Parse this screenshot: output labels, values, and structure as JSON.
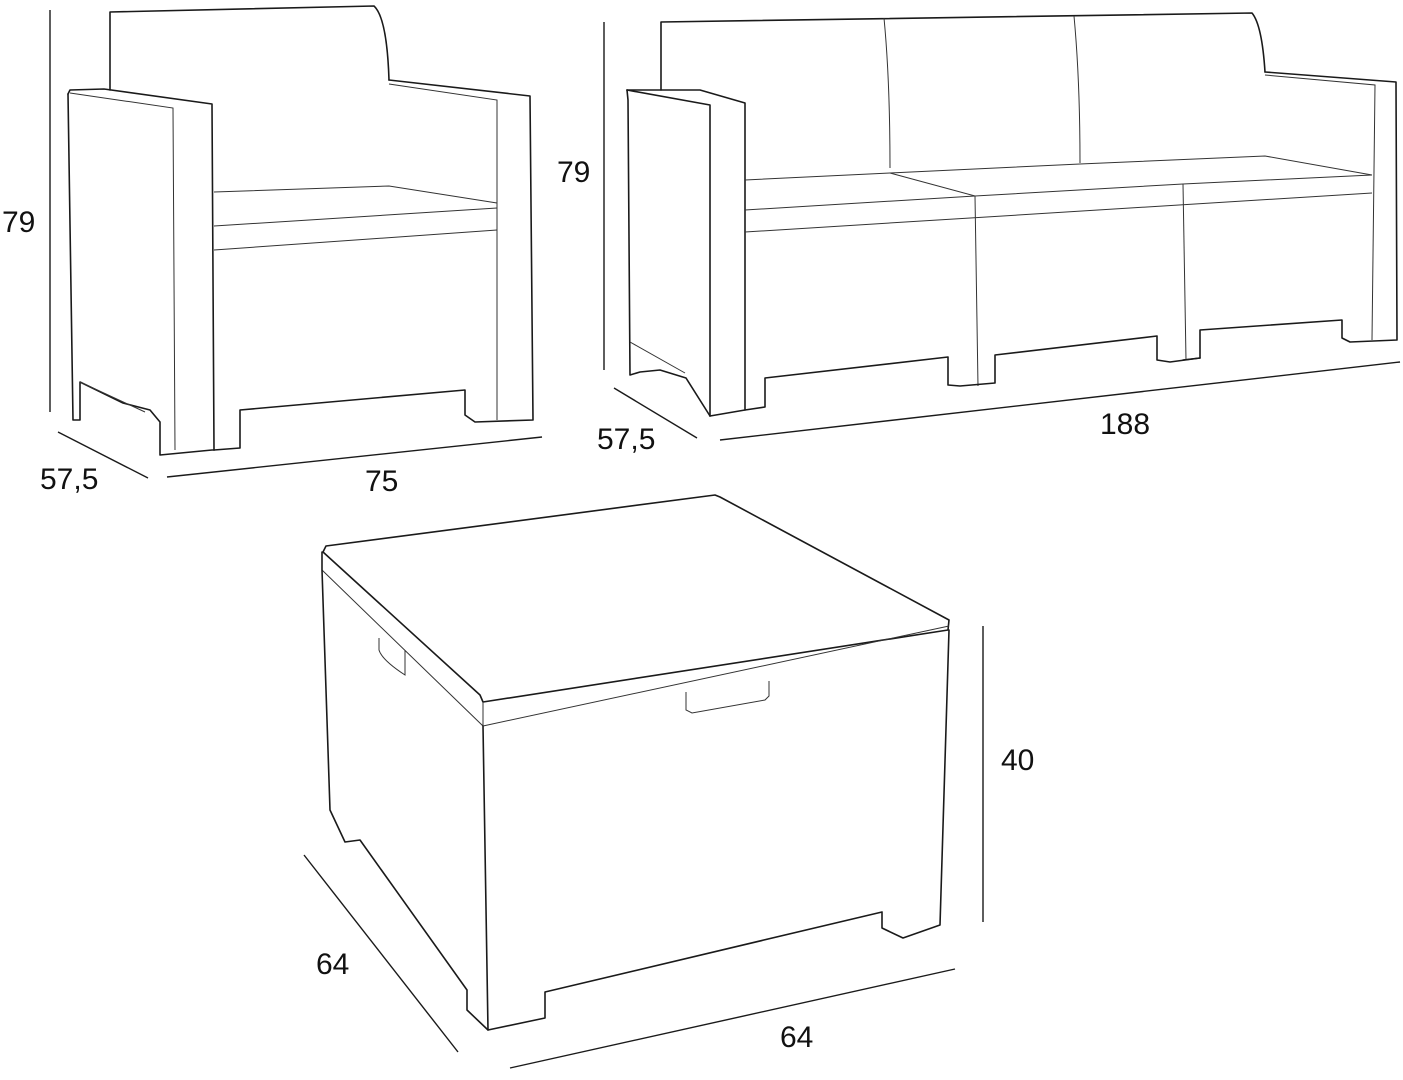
{
  "armchair": {
    "name": "Armchair",
    "height": "79",
    "depth": "57,5",
    "width": "75"
  },
  "sofa": {
    "name": "Three-seat sofa",
    "height": "79",
    "depth": "57,5",
    "width": "188"
  },
  "table": {
    "name": "Storage coffee table",
    "height": "40",
    "depth": "64",
    "width": "64"
  },
  "colors": {
    "line": "#1a1a1a",
    "background": "#ffffff"
  }
}
